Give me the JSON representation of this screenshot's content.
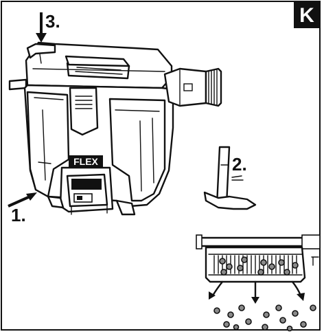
{
  "panel": {
    "letter": "K"
  },
  "steps": [
    {
      "label": "1."
    },
    {
      "label": "2."
    },
    {
      "label": "3."
    }
  ],
  "product": {
    "brand": "FLEX"
  },
  "colors": {
    "line": "#111111",
    "particle": "#8a8a8a",
    "background": "#ffffff"
  }
}
